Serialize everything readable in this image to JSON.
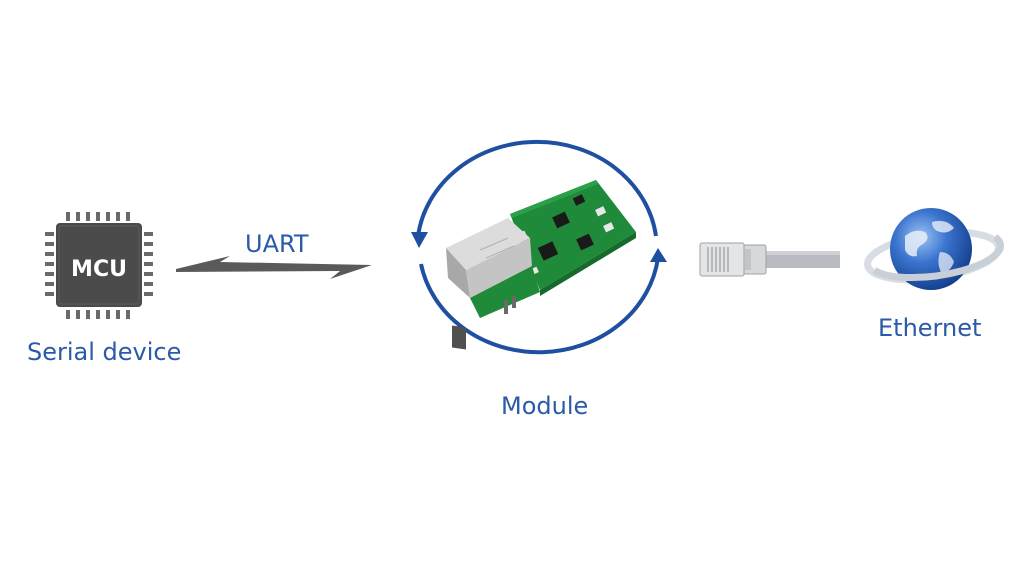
{
  "mcu": {
    "chip_text": "MCU",
    "label": "Serial device"
  },
  "link": {
    "label": "UART"
  },
  "module": {
    "label": "Module"
  },
  "network": {
    "label": "Ethernet"
  },
  "colors": {
    "accent": "#2a5aa8",
    "arrow_blue": "#1f4fa0",
    "chip": "#4b4b4b",
    "pcb": "#1f8a3a",
    "uart_line": "#5a5a5a",
    "cable": "#b8bcc0"
  }
}
